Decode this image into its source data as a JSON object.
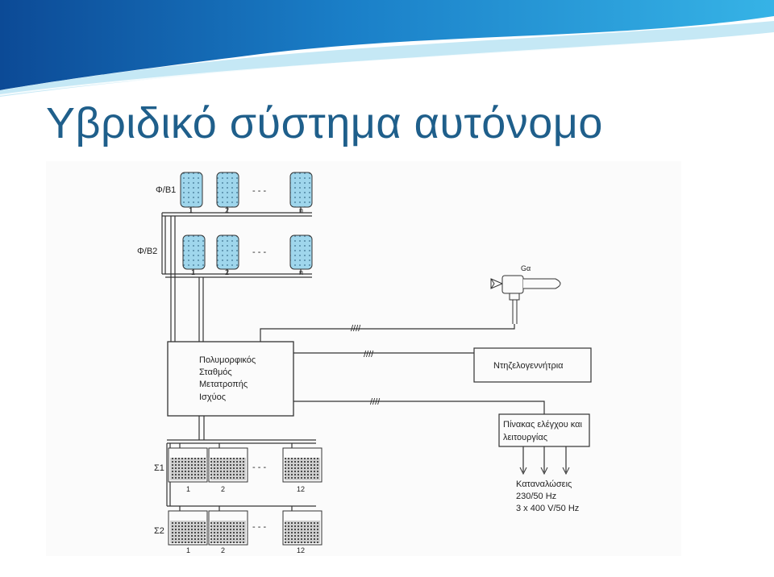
{
  "title": "Υβριδικό σύστημα αυτόνομο",
  "colors": {
    "title": "#1f5f8b",
    "banner_dark": "#0e4f9a",
    "banner_light": "#2fa4dc",
    "panel_fill": "#9fd6ec",
    "line": "#333333"
  },
  "diagram": {
    "pv_group_1_label": "Φ/Β1",
    "pv_group_2_label": "Φ/Β2",
    "pv_dots": "- - -",
    "pv_panel_numbers": [
      "1",
      "2",
      "n"
    ],
    "generator_label": "Gα",
    "inverter_lines": [
      "Πολυμορφικός",
      "Σταθμός",
      "Μετατροπής",
      "Ισχύος"
    ],
    "diesel_generator": "Ντηζελογεννήτρια",
    "control_panel_lines": [
      "Πίνακας ελέγχου και",
      "λειτουργίας"
    ],
    "loads_lines": [
      "Καταναλώσεις",
      "230/50 Hz",
      "3 x 400 V/50 Hz"
    ],
    "battery_bank_1_label": "Σ1",
    "battery_bank_2_label": "Σ2",
    "battery_dots": "- - -",
    "battery_numbers": [
      "1",
      "2",
      "12"
    ],
    "cable_marks": "////"
  }
}
